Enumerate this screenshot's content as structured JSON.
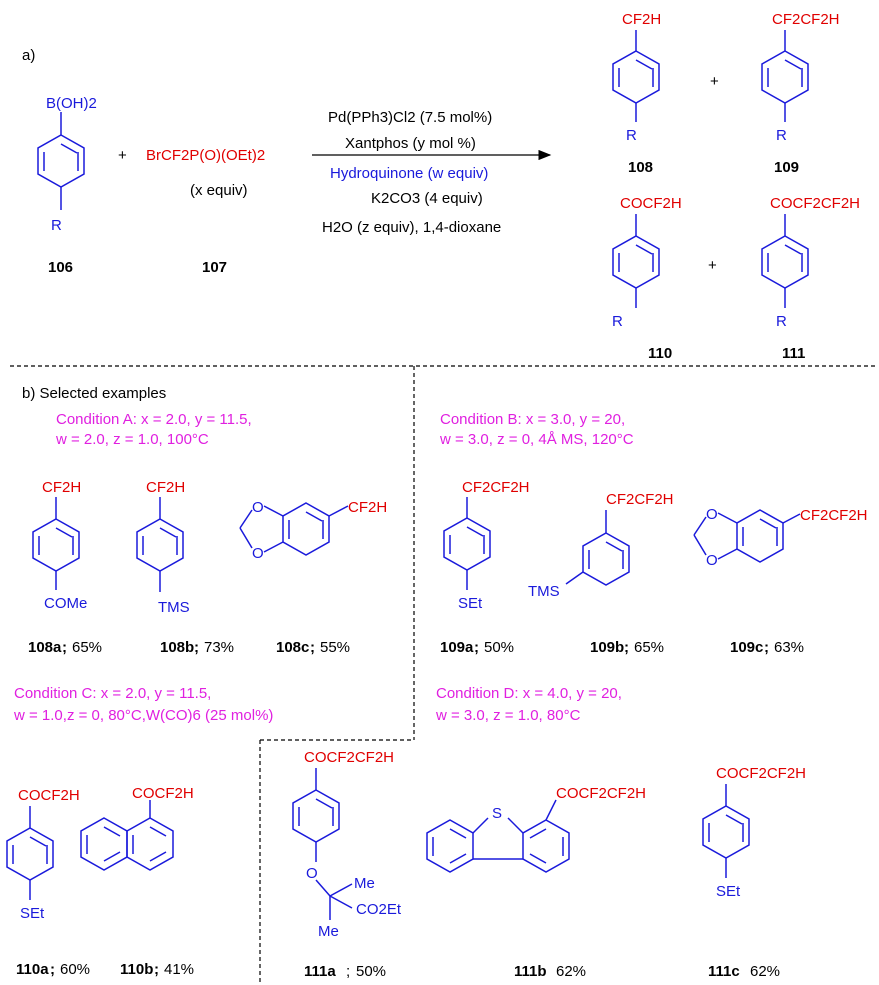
{
  "colors": {
    "structure": "#1a1adb",
    "fluoro": "#e00000",
    "condition": "#e020e0",
    "text": "#000000"
  },
  "section_a": {
    "label": "a)",
    "reactant1": {
      "group": "B(OH)2",
      "sub": "R",
      "number": "106"
    },
    "plus1": "+",
    "reactant2": {
      "formula": "BrCF2P(O)(OEt)2",
      "equiv": "(x equiv)",
      "number": "107"
    },
    "conditions": [
      "Pd(PPh3)Cl2 (7.5 mol%)",
      "Xantphos (y mol %)",
      "Hydroquinone (w equiv)",
      "K2CO3 (4 equiv)",
      "H2O (z equiv), 1,4-dioxane"
    ],
    "products": [
      {
        "group": "CF2H",
        "sub": "R",
        "number": "108"
      },
      {
        "group": "CF2CF2H",
        "sub": "R",
        "number": "109"
      },
      {
        "group": "COCF2H",
        "sub": "R",
        "number": "110"
      },
      {
        "group": "COCF2CF2H",
        "sub": "R",
        "number": "111"
      }
    ],
    "plus2": "+",
    "plus3": "+"
  },
  "section_b": {
    "label": "b) Selected examples",
    "condition_a": [
      "Condition A: x = 2.0, y = 11.5,",
      "w = 2.0, z = 1.0, 100°C"
    ],
    "condition_b": [
      "Condition B: x = 3.0, y = 20,",
      "w = 3.0, z = 0, 4Å MS, 120°C"
    ],
    "condition_c": [
      "Condition C: x = 2.0, y = 11.5,",
      "w = 1.0,z = 0, 80°C,W(CO)6 (25 mol%)"
    ],
    "condition_d": [
      "Condition D: x = 4.0, y = 20,",
      "w = 3.0, z = 1.0, 80°C"
    ],
    "examples": [
      {
        "id": "108a",
        "yield": "65%",
        "group": "CF2H",
        "sub": "COMe"
      },
      {
        "id": "108b",
        "yield": "73%",
        "group": "CF2H",
        "sub": "TMS"
      },
      {
        "id": "108c",
        "yield": "55%",
        "group": "CF2H"
      },
      {
        "id": "109a",
        "yield": "50%",
        "group": "CF2CF2H",
        "sub": "SEt"
      },
      {
        "id": "109b",
        "yield": "65%",
        "group": "CF2CF2H",
        "sub": "TMS"
      },
      {
        "id": "109c",
        "yield": "63%",
        "group": "CF2CF2H"
      },
      {
        "id": "110a",
        "yield": "60%",
        "group": "COCF2H",
        "sub": "SEt"
      },
      {
        "id": "110b",
        "yield": "41%",
        "group": "COCF2H"
      },
      {
        "id": "111a",
        "yield": "50%",
        "group": "COCF2CF2H",
        "me1": "Me",
        "me2": "Me",
        "ester": "CO2Et",
        "o": "O"
      },
      {
        "id": "111b",
        "yield": "62%",
        "group": "COCF2CF2H",
        "s": "S"
      },
      {
        "id": "111c",
        "yield": "62%",
        "group": "COCF2CF2H",
        "sub": "SEt"
      }
    ]
  }
}
